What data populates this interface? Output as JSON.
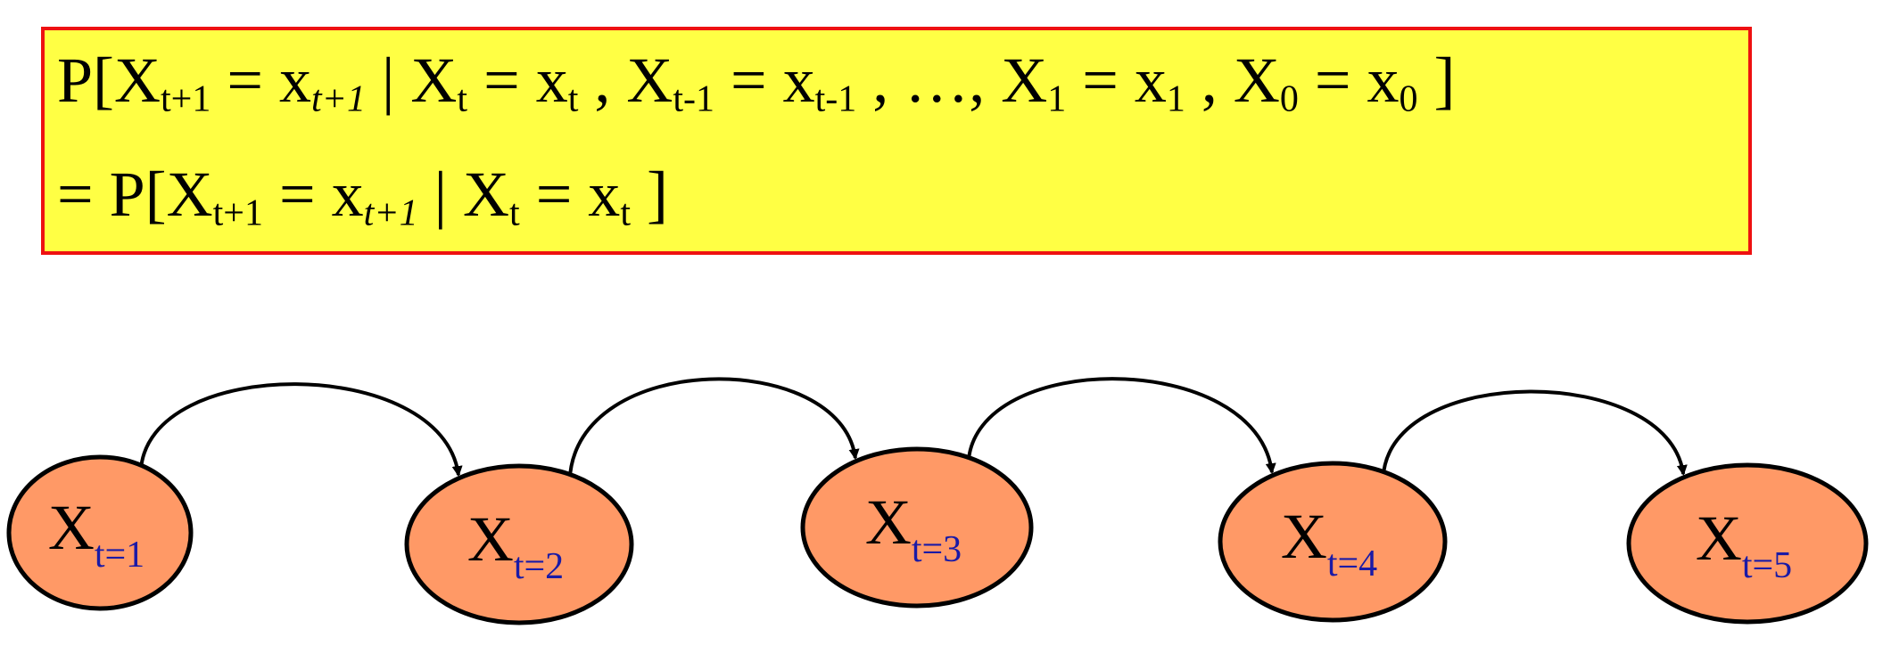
{
  "formula": {
    "line1": [
      {
        "t": "P[X"
      },
      {
        "s": "t+1"
      },
      {
        "t": " = x"
      },
      {
        "s": "t+1",
        "italic": true
      },
      {
        "t": " | X"
      },
      {
        "s": "t"
      },
      {
        "t": " = x"
      },
      {
        "s": "t"
      },
      {
        "t": " , X"
      },
      {
        "s": "t-1"
      },
      {
        "t": " = x"
      },
      {
        "s": "t-1"
      },
      {
        "t": " , …, X"
      },
      {
        "s": "1"
      },
      {
        "t": " = x"
      },
      {
        "s": "1"
      },
      {
        "t": " , X"
      },
      {
        "s": "0"
      },
      {
        "t": " = x"
      },
      {
        "s": "0"
      },
      {
        "t": " ]"
      }
    ],
    "line2": [
      {
        "t": "= P[X"
      },
      {
        "s": "t+1"
      },
      {
        "t": " = x"
      },
      {
        "s": "t+1",
        "italic": true
      },
      {
        "t": " | X"
      },
      {
        "s": "t"
      },
      {
        "t": " = x"
      },
      {
        "s": "t"
      },
      {
        "t": " ]"
      }
    ]
  },
  "nodes": [
    {
      "var": "X",
      "sub": "t=1"
    },
    {
      "var": "X",
      "sub": "t=2"
    },
    {
      "var": "X",
      "sub": "t=3"
    },
    {
      "var": "X",
      "sub": "t=4"
    },
    {
      "var": "X",
      "sub": "t=5"
    }
  ],
  "edges": [
    {
      "from": "t=1",
      "to": "t=2"
    },
    {
      "from": "t=2",
      "to": "t=3"
    },
    {
      "from": "t=3",
      "to": "t=4"
    },
    {
      "from": "t=4",
      "to": "t=5"
    }
  ],
  "colors": {
    "box_fill": "#ffff44",
    "box_border": "#ee1111",
    "node_fill": "#ff9966",
    "node_stroke": "#000000",
    "subscript": "#1a1aa6",
    "edge": "#000000"
  }
}
